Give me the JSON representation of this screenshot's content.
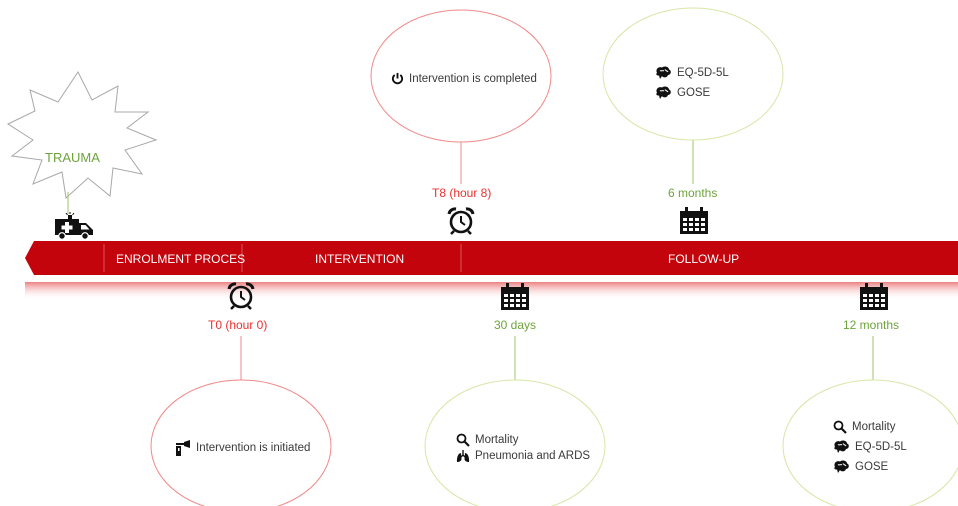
{
  "colors": {
    "bar": "#c4040c",
    "bar_shade": "#e85a5a",
    "red_text": "#e8312f",
    "green_text": "#6ea33c",
    "red_oval": "#f08a8a",
    "green_oval": "#d8e6a8"
  },
  "trauma": {
    "label": "TRAUMA"
  },
  "bar": {
    "enrolment": "ENROLMENT PROCES",
    "intervention": "INTERVENTION",
    "followup": "FOLLOW-UP"
  },
  "milestones": {
    "t0": {
      "label": "T0 (hour 0)",
      "icon": "alarm-clock-icon",
      "oval_items": [
        {
          "icon": "iv-drip-icon",
          "text": "Intervention is initiated"
        }
      ]
    },
    "t8": {
      "label": "T8 (hour 8)",
      "icon": "alarm-clock-icon",
      "oval_items": [
        {
          "icon": "power-icon",
          "text": "Intervention is completed"
        }
      ]
    },
    "d30": {
      "label": "30 days",
      "icon": "calendar-icon",
      "oval_items": [
        {
          "icon": "magnifier-icon",
          "text": "Mortality"
        },
        {
          "icon": "lungs-icon",
          "text": "Pneumonia and ARDS"
        }
      ]
    },
    "m6": {
      "label": "6 months",
      "icon": "calendar-icon",
      "oval_items": [
        {
          "icon": "brain-icon",
          "text": "EQ-5D-5L"
        },
        {
          "icon": "brain-icon",
          "text": "GOSE"
        }
      ]
    },
    "m12": {
      "label": "12 months",
      "icon": "calendar-icon",
      "oval_items": [
        {
          "icon": "magnifier-icon",
          "text": "Mortality"
        },
        {
          "icon": "brain-icon",
          "text": "EQ-5D-5L"
        },
        {
          "icon": "brain-icon",
          "text": "GOSE"
        }
      ]
    }
  }
}
